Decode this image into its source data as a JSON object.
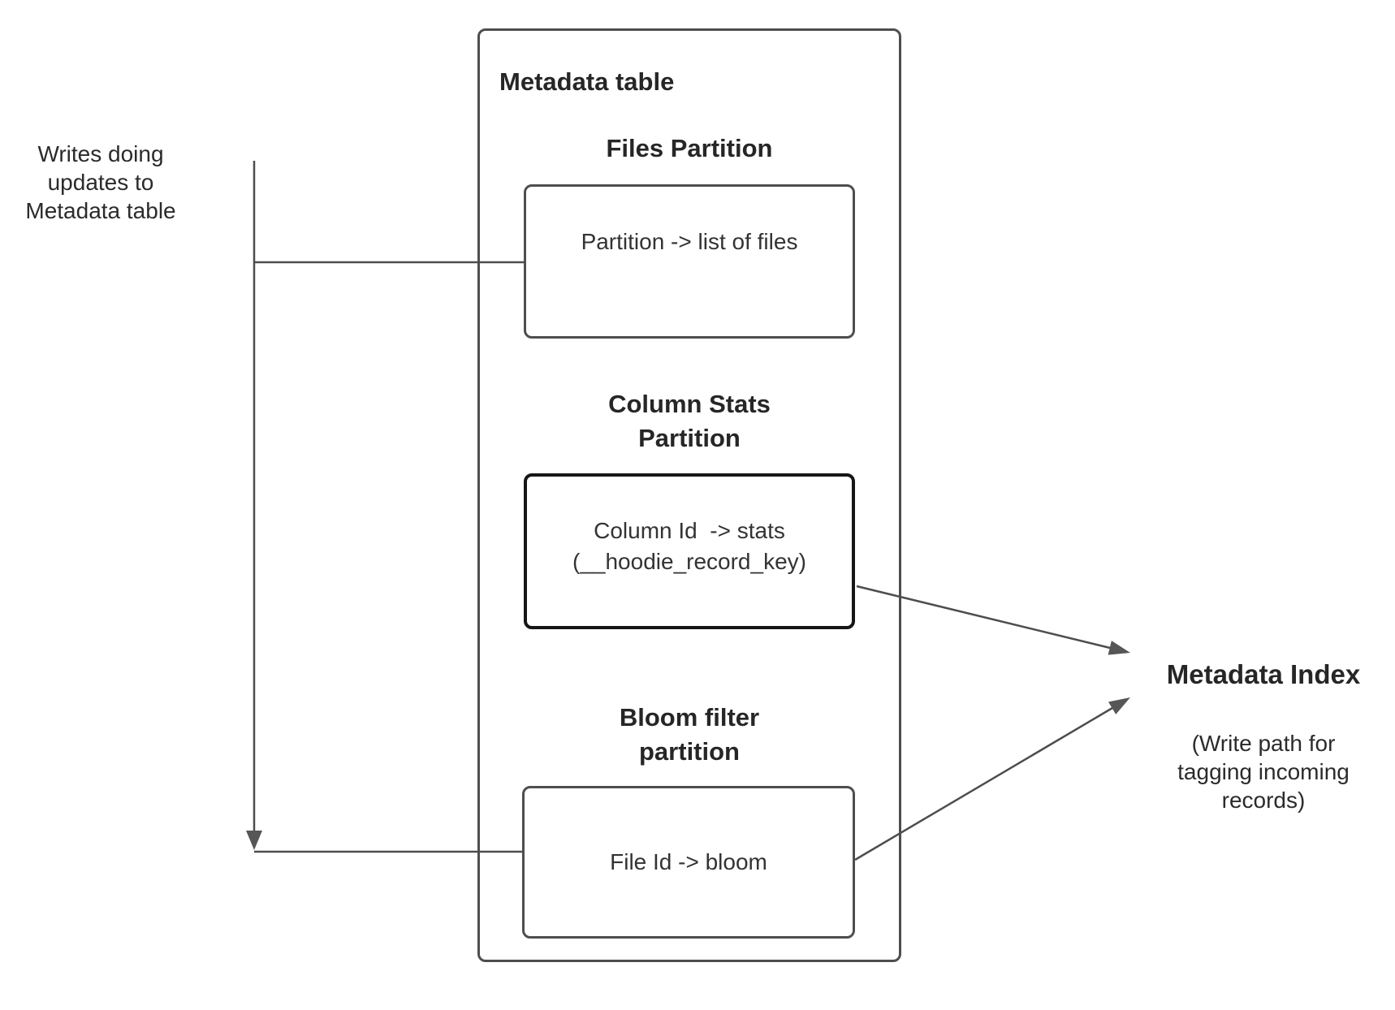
{
  "left_note": {
    "text": "Writes doing\nupdates to\nMetadata table"
  },
  "metadata_table": {
    "title": "Metadata table",
    "files": {
      "heading": "Files Partition",
      "box_text": "Partition -> list of files"
    },
    "column_stats": {
      "heading": "Column Stats\nPartition",
      "box_text": "Column Id  -> stats\n(__hoodie_record_key)"
    },
    "bloom": {
      "heading": "Bloom filter\npartition",
      "box_text": "File Id -> bloom"
    }
  },
  "metadata_index": {
    "title": "Metadata Index",
    "subtitle": "(Write path for\ntagging incoming\nrecords)"
  },
  "colors": {
    "background": "#ffffff",
    "connector_line": "#4d4d4d",
    "arrowhead": "#565656",
    "box_border": "#4e4e4e",
    "stats_box_border": "#161616",
    "text": "#2b2b2b"
  }
}
